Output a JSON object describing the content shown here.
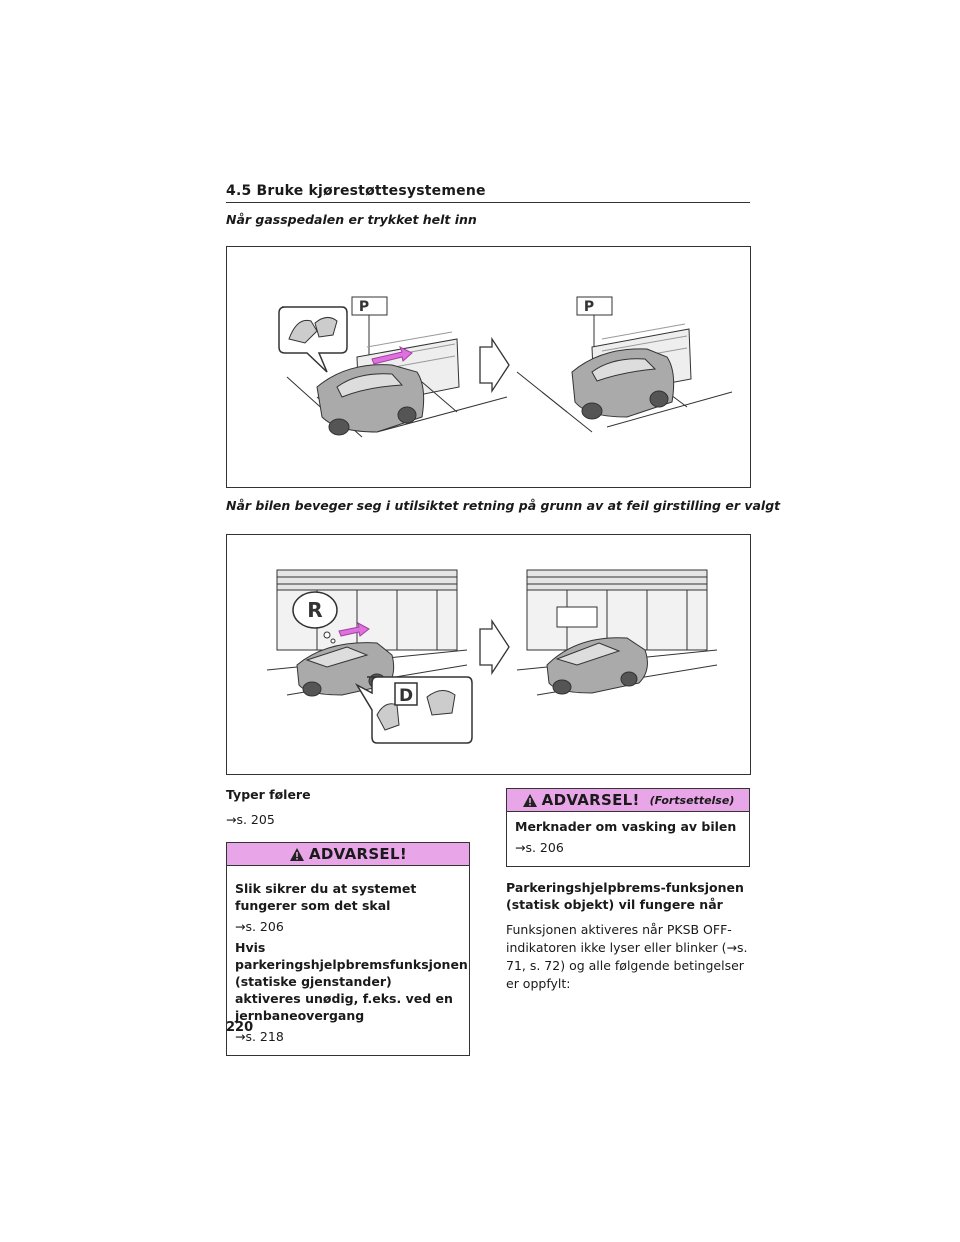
{
  "header": {
    "section_title": "4.5  Bruke kjørestøttesystemene"
  },
  "captions": {
    "fig1": "Når gasspedalen er trykket helt inn",
    "fig2": "Når bilen beveger seg i utilsiktet retning på grunn av at feil girstilling er valgt"
  },
  "figure1": {
    "sign_letter_left": "P",
    "sign_letter_right": "P"
  },
  "figure2": {
    "gear_thought": "R",
    "gear_selected": "D"
  },
  "left_column": {
    "heading": "Typer følere",
    "ref": "→s. 205",
    "warning": {
      "title": "ADVARSEL!",
      "item1_heading": "Slik sikrer du at systemet fungerer som det skal",
      "item1_ref": "→s. 206",
      "item2_heading": "Hvis parkeringshjelpbremsfunksjonen (statiske gjenstander) aktiveres unødig, f.eks. ved en jernbaneovergang",
      "item2_ref": "→s. 218"
    }
  },
  "right_column": {
    "warning": {
      "title": "ADVARSEL!",
      "continued": "(Fortsettelse)",
      "item_heading": "Merknader om vasking av bilen",
      "item_ref": "→s. 206"
    },
    "heading": "Parkeringshjelpbrems-funksjonen (statisk objekt) vil fungere når",
    "body": "Funksjonen aktiveres når PKSB OFF-indikatoren ikke lyser eller blinker (→s. 71, s. 72) og alle følgende betingelser er oppfylt:"
  },
  "page_number": "220",
  "colors": {
    "warning_bar": "#e8a6e8",
    "arrow_highlight": "#e070e0"
  }
}
